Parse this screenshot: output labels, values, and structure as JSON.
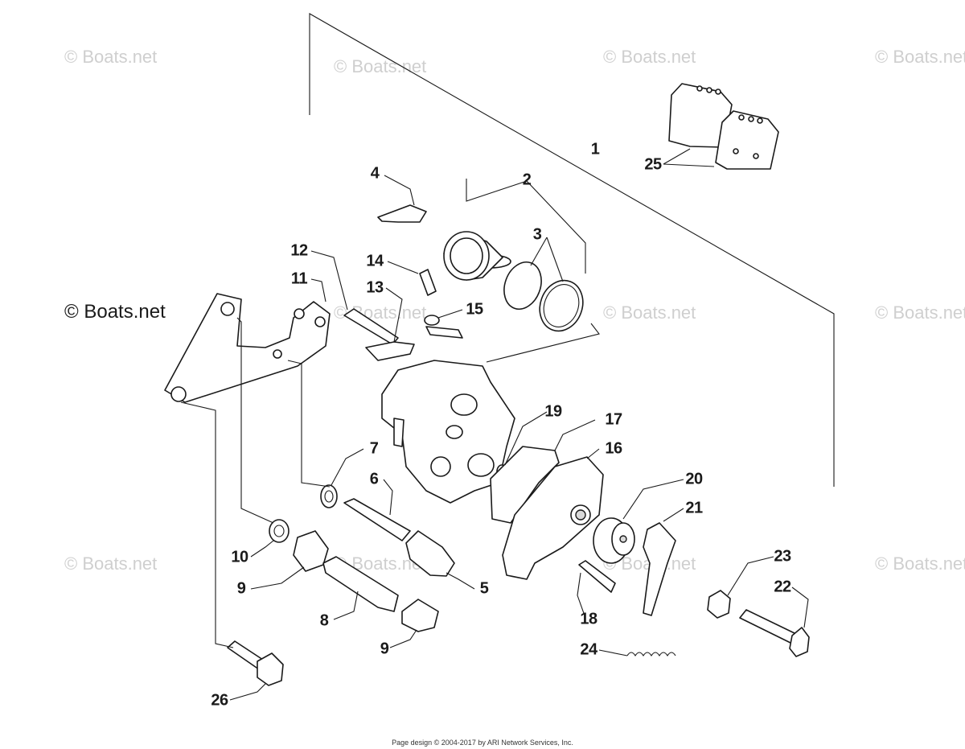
{
  "watermarks": {
    "faint": "© Boats.net",
    "bold": "© Boats.net"
  },
  "callouts": {
    "c1": "1",
    "c2": "2",
    "c3": "3",
    "c4": "4",
    "c5": "5",
    "c6": "6",
    "c7": "7",
    "c8": "8",
    "c9a": "9",
    "c9b": "9",
    "c10": "10",
    "c11": "11",
    "c12": "12",
    "c13": "13",
    "c14": "14",
    "c15": "15",
    "c16": "16",
    "c17": "17",
    "c18": "18",
    "c19": "19",
    "c20": "20",
    "c21": "21",
    "c22": "22",
    "c23": "23",
    "c24": "24",
    "c25": "25",
    "c26": "26"
  },
  "footer": "Page design © 2004-2017 by ARI Network Services, Inc."
}
